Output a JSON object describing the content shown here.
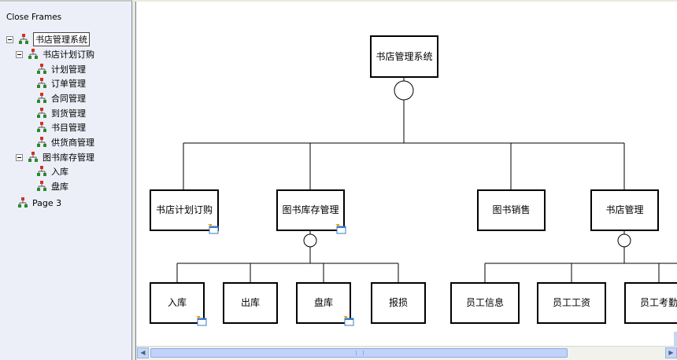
{
  "nav": {
    "close_frames": "Close Frames",
    "tree": [
      {
        "label": "书店管理系统",
        "toggle": true,
        "selected": true
      },
      {
        "label": "书店计划订购",
        "toggle": true
      },
      {
        "label": "计划管理"
      },
      {
        "label": "订单管理"
      },
      {
        "label": "合同管理"
      },
      {
        "label": "到货管理"
      },
      {
        "label": "书目管理"
      },
      {
        "label": "供货商管理"
      },
      {
        "label": "图书库存管理",
        "toggle": true
      },
      {
        "label": "入库"
      },
      {
        "label": "盘库"
      },
      {
        "label": "Page 3"
      }
    ]
  },
  "diagram": {
    "root": "书店管理系统",
    "level1": [
      "书店计划订购",
      "图书库存管理",
      "图书销售",
      "书店管理"
    ],
    "level2": [
      "入库",
      "出库",
      "盘库",
      "报损",
      "员工信息",
      "员工工资",
      "员工考勤"
    ]
  },
  "colors": {
    "icon_top": "#d83020",
    "icon_left": "#2a8a2a",
    "icon_right": "#2a8a2a",
    "link_marker": "#3a78c8",
    "line": "#000000"
  }
}
